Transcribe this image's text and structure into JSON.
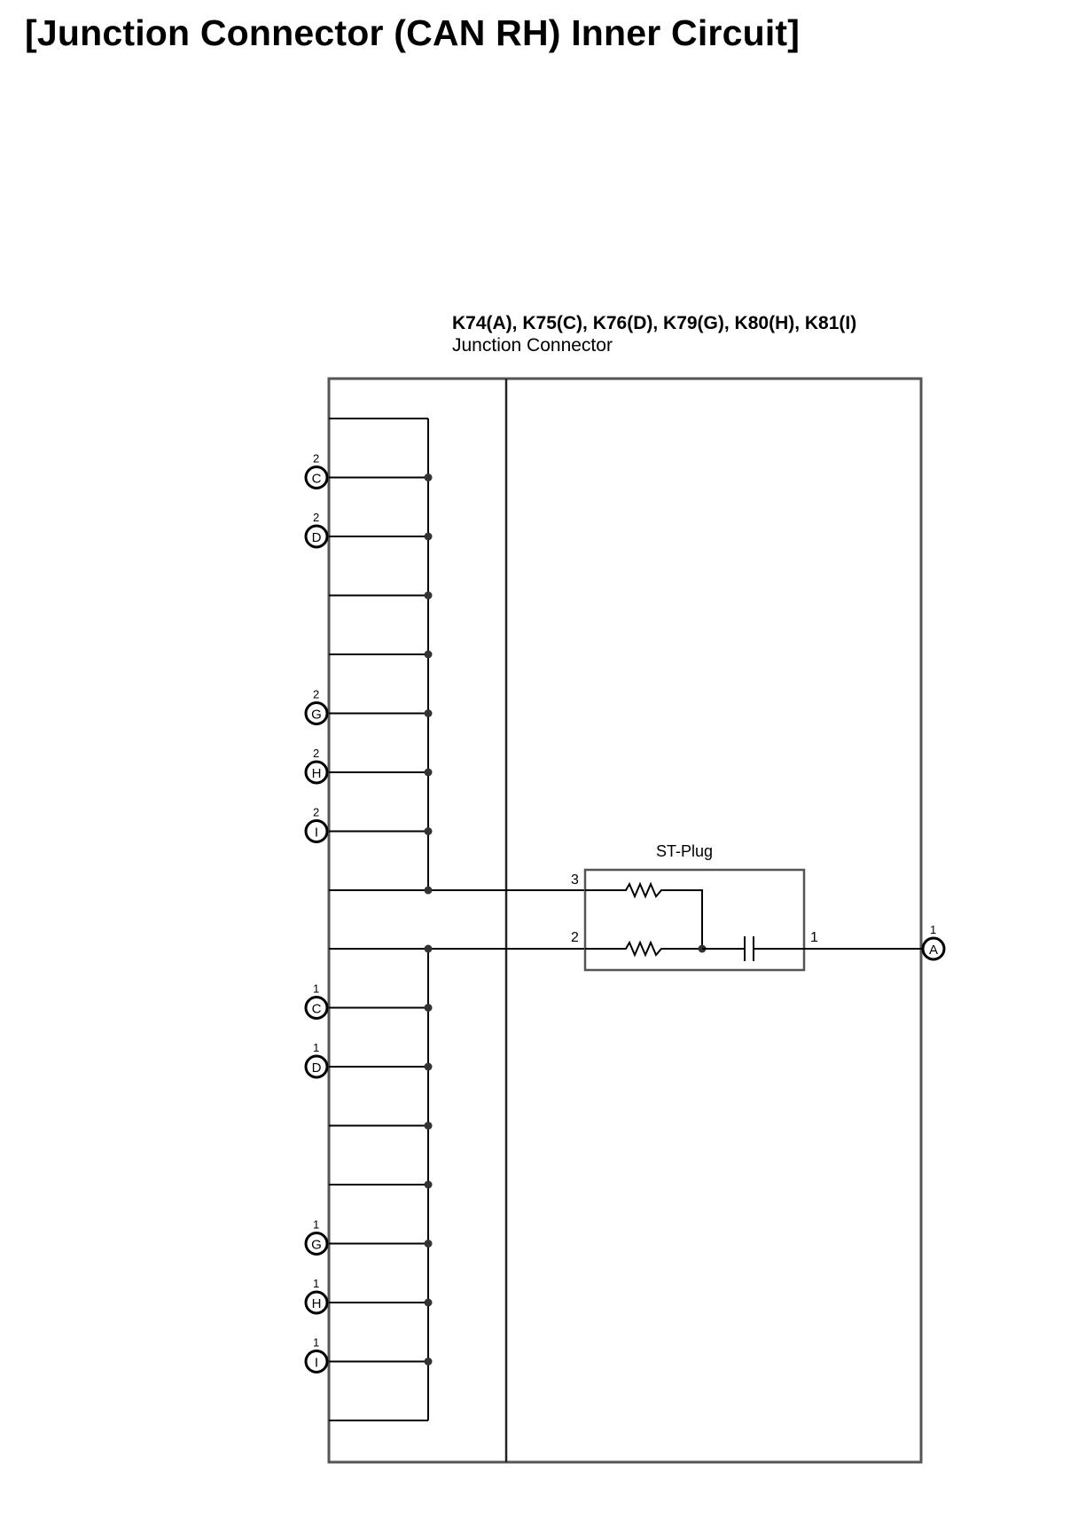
{
  "page": {
    "title": "[Junction Connector (CAN RH) Inner Circuit]"
  },
  "connector": {
    "ids_label": "K74(A), K75(C), K76(D), K79(G), K80(H), K81(I)",
    "name": "Junction Connector"
  },
  "st_plug": {
    "label": "ST-Plug",
    "pins": [
      "3",
      "2",
      "1"
    ]
  },
  "upper_terminals": [
    {
      "letter": "C",
      "pin": "2"
    },
    {
      "letter": "D",
      "pin": "2"
    },
    {
      "letter": "G",
      "pin": "2"
    },
    {
      "letter": "H",
      "pin": "2"
    },
    {
      "letter": "I",
      "pin": "2"
    }
  ],
  "lower_terminals": [
    {
      "letter": "C",
      "pin": "1"
    },
    {
      "letter": "D",
      "pin": "1"
    },
    {
      "letter": "G",
      "pin": "1"
    },
    {
      "letter": "H",
      "pin": "1"
    },
    {
      "letter": "I",
      "pin": "1"
    }
  ],
  "output_terminal": {
    "letter": "A",
    "pin": "1"
  },
  "colors": {
    "line": "#000000",
    "frame": "#555555",
    "node": "#333333"
  }
}
